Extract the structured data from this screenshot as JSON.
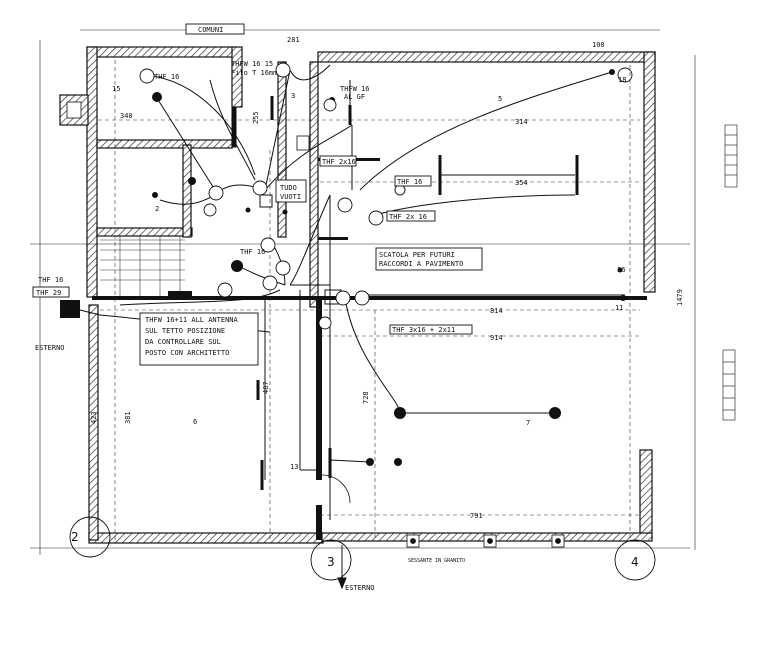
{
  "labels": {
    "comuni": "COMUNI",
    "thf16_a": "THF 16",
    "thfw_top": "THFW 16 15",
    "fili": "Filo T 16mm",
    "thfw_gf": "THFW 16",
    "al_gf": "AL GF",
    "room2": "2",
    "room3": "3",
    "room5": "5",
    "room6": "6",
    "room7": "7",
    "thf2x16": "THF 2x16",
    "thf16_b": "THF 16",
    "tudo": "TUDO",
    "vuoti": "VUOTI",
    "thf2x16_b": "THF 2x 16",
    "scatola1": "SCATOLA  PER FUTURI",
    "scatola2": "RACCORDI  A PAVIMENTO",
    "thf16_c": "THF 16",
    "thf16_left": "THF 16",
    "thf29": "THF 29",
    "esterno": "ESTERNO",
    "antenna1": "THFW 16+11  ALL ANTENNA",
    "antenna2": "SUL TETTO POSIZIONE",
    "antenna3": "DA CONTROLLARE  SUL",
    "antenna4": "POSTO CON ARCHITETTO",
    "thf_bottom": "THF 3x16 + 2x11",
    "grid2": "2",
    "grid3": "3",
    "grid4": "4",
    "esterno_bottom": "ESTERNO",
    "granito": "SESSANTE IN GRANITO",
    "dim_281": "281",
    "dim_354": "354",
    "dim_314": "314",
    "dim_814": "814",
    "dim_914": "914",
    "dim_791": "791",
    "dim_1479": "1479",
    "dim_255": "255",
    "dim_487": "487",
    "dim_381": "381",
    "dim_423": "423",
    "dim_728": "728",
    "dim_100": "100",
    "dim_340": "340",
    "n13": "13",
    "n15": "15",
    "n11": "11",
    "n16": "16",
    "n18": "18"
  }
}
